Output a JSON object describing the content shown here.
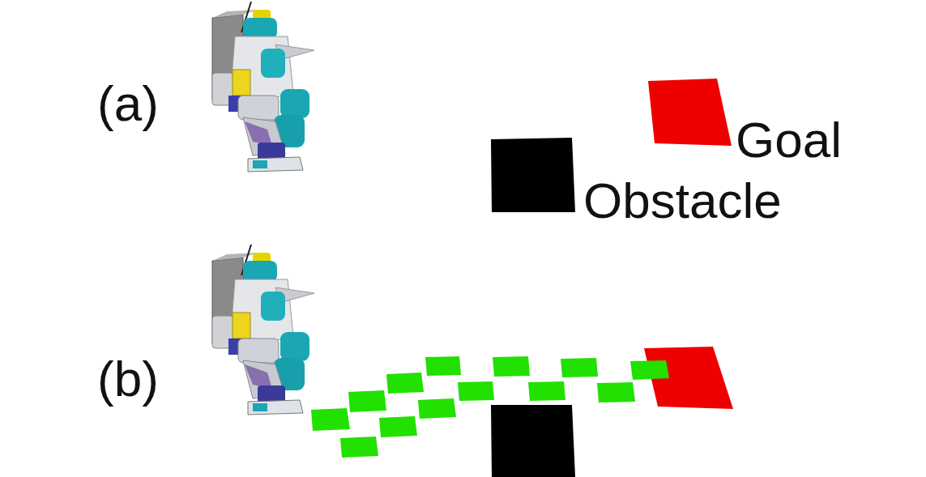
{
  "diagram": {
    "labels": [
      "(a)",
      "Goal",
      "Obstacle",
      "(b)"
    ]
  }
}
